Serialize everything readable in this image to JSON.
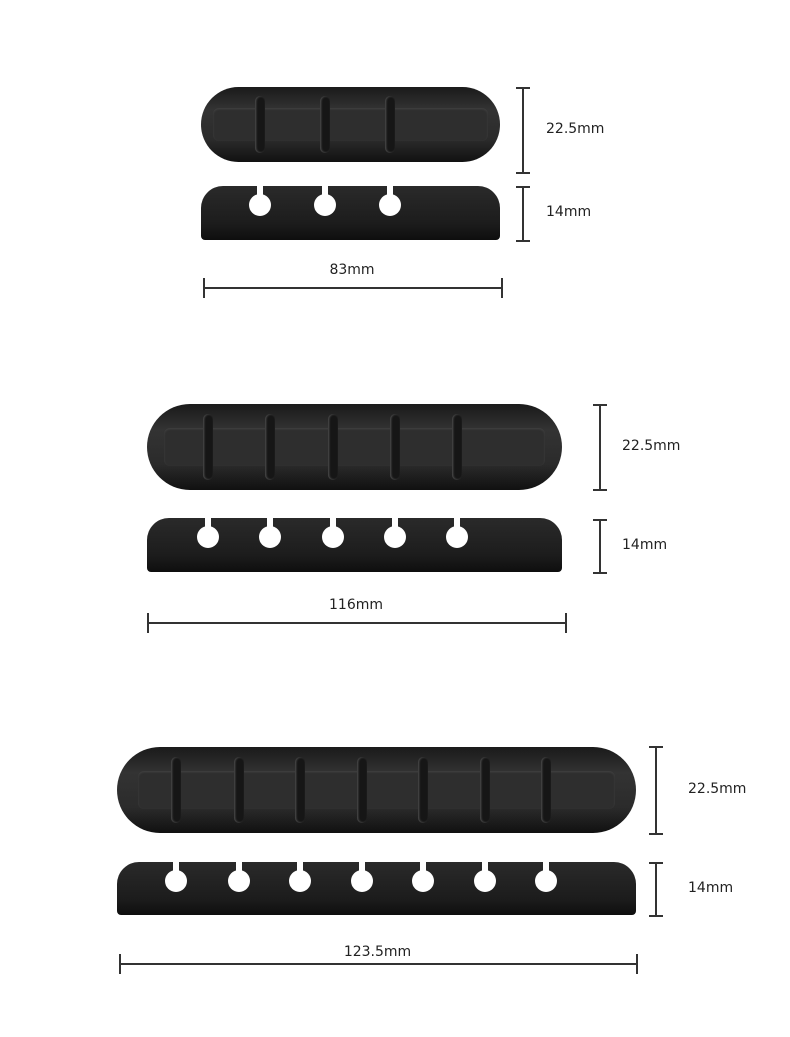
{
  "products": [
    {
      "slots": 3,
      "length_label": "83mm",
      "width_label": "22.5mm",
      "height_label": "14mm"
    },
    {
      "slots": 5,
      "length_label": "116mm",
      "width_label": "22.5mm",
      "height_label": "14mm"
    },
    {
      "slots": 7,
      "length_label": "123.5mm",
      "width_label": "22.5mm",
      "height_label": "14mm"
    }
  ]
}
